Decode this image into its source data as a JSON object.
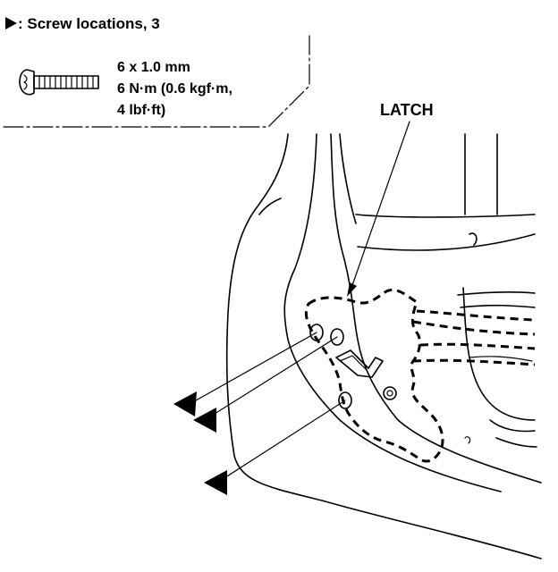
{
  "legend": {
    "marker_symbol": "▶",
    "screw_locations_label": ": Screw locations, 3",
    "screw_icon": "flat-head-screw-icon",
    "spec_size": "6 x 1.0 mm",
    "spec_torque_line1": "6 N·m (0.6 kgf·m,",
    "spec_torque_line2": "4 lbf·ft)"
  },
  "labels": {
    "latch": "LATCH"
  },
  "icons": {
    "screw_marker": "arrow-head-icon"
  }
}
